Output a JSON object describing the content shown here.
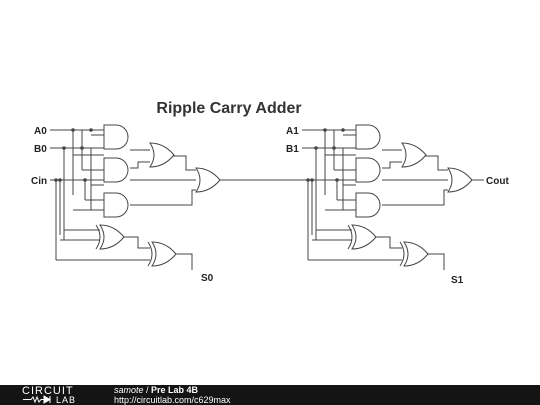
{
  "title": "Ripple Carry Adder",
  "inputs": {
    "a0": "A0",
    "b0": "B0",
    "cin": "Cin",
    "a1": "A1",
    "b1": "B1"
  },
  "outputs": {
    "s0": "S0",
    "s1": "S1",
    "cout": "Cout"
  },
  "footer": {
    "logo_top": "CIRCUIT",
    "logo_bottom": "LAB",
    "user": "samote",
    "separator": " / ",
    "project": "Pre Lab 4B",
    "url": "http://circuitlab.com/c629max"
  },
  "colors": {
    "wire": "#444444",
    "footer_bg": "#141414"
  }
}
